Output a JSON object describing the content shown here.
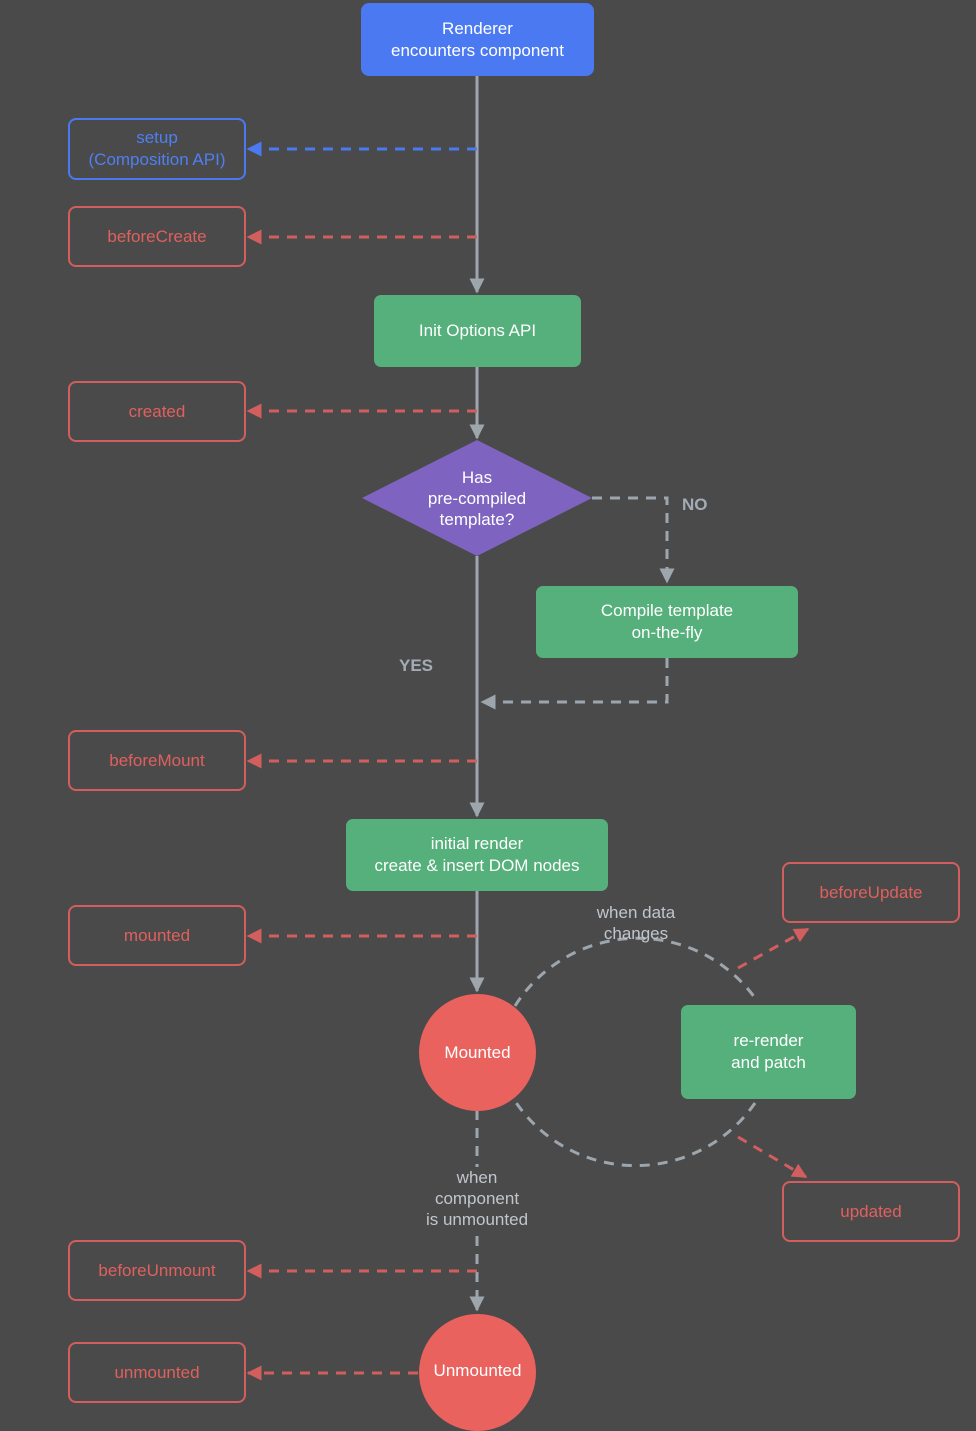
{
  "nodes": {
    "renderer": [
      "Renderer",
      "encounters component"
    ],
    "init_options": "Init Options API",
    "decision": [
      "Has",
      "pre-compiled",
      "template?"
    ],
    "compile": [
      "Compile template",
      "on-the-fly"
    ],
    "initial_render": [
      "initial render",
      "create & insert DOM nodes"
    ],
    "mounted_state": "Mounted",
    "rerender": [
      "re-render",
      "and patch"
    ],
    "unmounted_state": "Unmounted"
  },
  "hooks": {
    "setup": [
      "setup",
      "(Composition API)"
    ],
    "before_create": "beforeCreate",
    "created": "created",
    "before_mount": "beforeMount",
    "mounted": "mounted",
    "before_update": "beforeUpdate",
    "updated": "updated",
    "before_unmount": "beforeUnmount",
    "unmounted": "unmounted"
  },
  "edge_labels": {
    "no": "NO",
    "yes": "YES",
    "when_data_changes": [
      "when data",
      "changes"
    ],
    "when_unmounted": [
      "when",
      "component",
      "is unmounted"
    ]
  },
  "colors": {
    "background": "#4a4a4a",
    "blue": "#4a79f1",
    "green": "#55b07b",
    "red": "#d25e5e",
    "purple": "#7e64c0",
    "connector": "#9ea6ad"
  }
}
